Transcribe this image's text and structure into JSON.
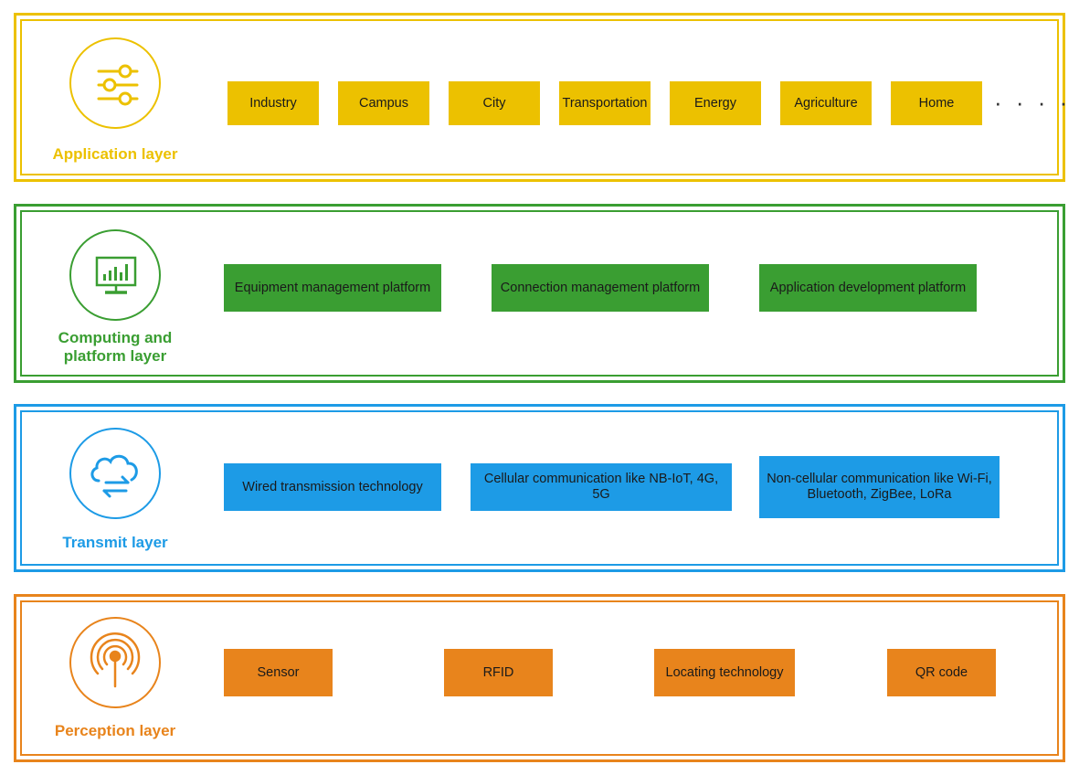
{
  "layers": {
    "application": {
      "title": "Application layer",
      "color": "#ecc100",
      "icon": "sliders-icon",
      "items": [
        "Industry",
        "Campus",
        "City",
        "Transportation",
        "Energy",
        "Agriculture",
        "Home"
      ],
      "more": "· · · ·"
    },
    "computing": {
      "title_line1": "Computing and",
      "title_line2": "platform layer",
      "color": "#3a9e32",
      "icon": "monitor-chart-icon",
      "items": [
        "Equipment management platform",
        "Connection management platform",
        "Application development platform"
      ]
    },
    "transmit": {
      "title": "Transmit layer",
      "color": "#1d9be6",
      "icon": "cloud-transfer-icon",
      "items": [
        "Wired transmission technology",
        "Cellular communication like NB-IoT, 4G, 5G"
      ],
      "item3_line1": "Non-cellular communication like Wi-Fi,",
      "item3_line2": "Bluetooth, ZigBee, LoRa"
    },
    "perception": {
      "title": "Perception layer",
      "color": "#e8841c",
      "icon": "antenna-signal-icon",
      "items": [
        "Sensor",
        "RFID",
        "Locating technology",
        "QR code"
      ]
    }
  }
}
